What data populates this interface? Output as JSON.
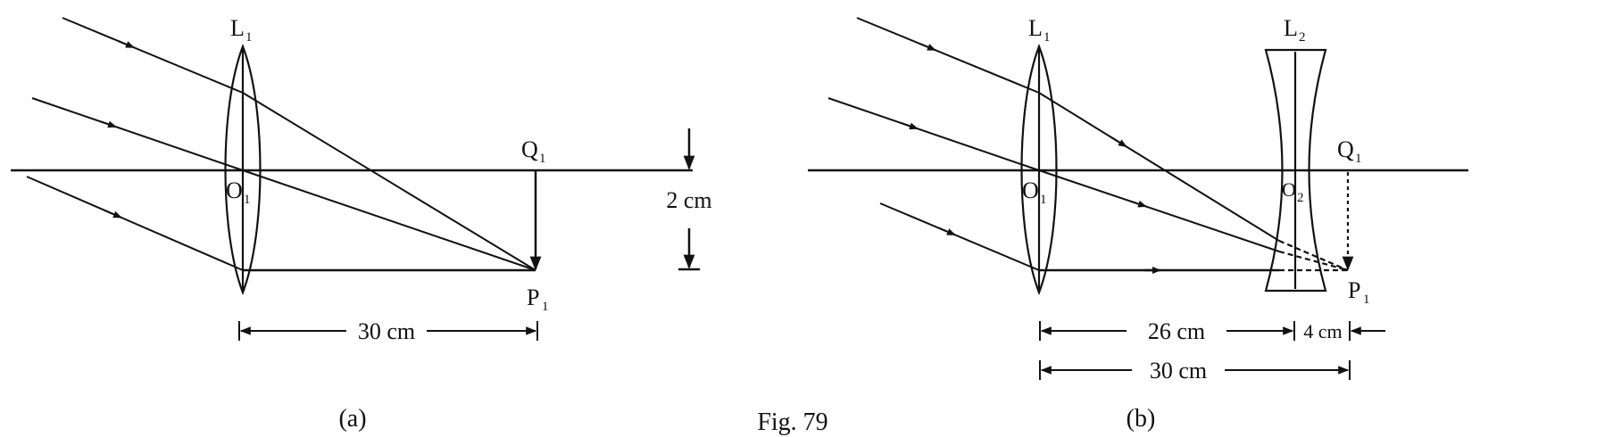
{
  "figure": {
    "caption": "Fig. 79",
    "panel_a": {
      "caption": "(a)",
      "lens_label": "L",
      "lens_sub": "1",
      "center_label": "O",
      "center_sub": "1",
      "q_label": "Q",
      "q_sub": "1",
      "p_label": "P",
      "p_sub": "1",
      "focal_dim": "30 cm",
      "side_dim": "2 cm"
    },
    "panel_b": {
      "caption": "(b)",
      "lens1_label": "L",
      "lens1_sub": "1",
      "lens2_label": "L",
      "lens2_sub": "2",
      "center1_label": "O",
      "center1_sub": "1",
      "center2_label": "O",
      "center2_sub": "2",
      "q_label": "Q",
      "q_sub": "1",
      "p_label": "P",
      "p_sub": "1",
      "dim_26": "26 cm",
      "dim_4": "4 cm",
      "dim_30": "30 cm"
    }
  }
}
